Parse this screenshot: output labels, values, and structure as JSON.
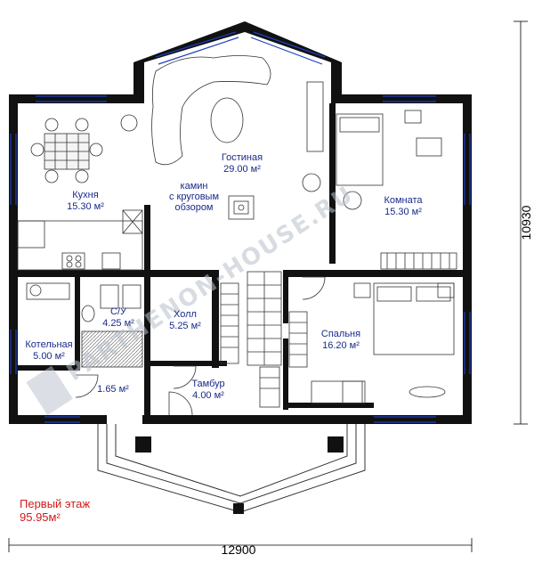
{
  "rooms": {
    "living": {
      "name": "Гостиная",
      "area": "29.00 м²"
    },
    "fireplace": {
      "line1": "камин",
      "line2": "с круговым",
      "line3": "обзором"
    },
    "kitchen": {
      "name": "Кухня",
      "area": "15.30 м²"
    },
    "room": {
      "name": "Комната",
      "area": "15.30 м²"
    },
    "bathroom": {
      "name": "С/У",
      "area": "4.25 м²"
    },
    "hall": {
      "name": "Холл",
      "area": "5.25 м²"
    },
    "bedroom": {
      "name": "Спальня",
      "area": "16.20 м²"
    },
    "boiler": {
      "name": "Котельная",
      "area": "5.00 м²"
    },
    "closet": {
      "area": "1.65 м²"
    },
    "vestibule": {
      "name": "Тамбур",
      "area": "4.00 м²"
    }
  },
  "floor": {
    "name": "Первый этаж",
    "area": "95.95м²"
  },
  "dimensions": {
    "width": "12900",
    "height": "10930"
  },
  "watermark": {
    "text": "PARTHENON-HOUSE.RU"
  },
  "colors": {
    "wall": "#111111",
    "window": "#1f3fbf",
    "room_text": "#1a2a8a",
    "floor_text": "#d11a1a"
  }
}
